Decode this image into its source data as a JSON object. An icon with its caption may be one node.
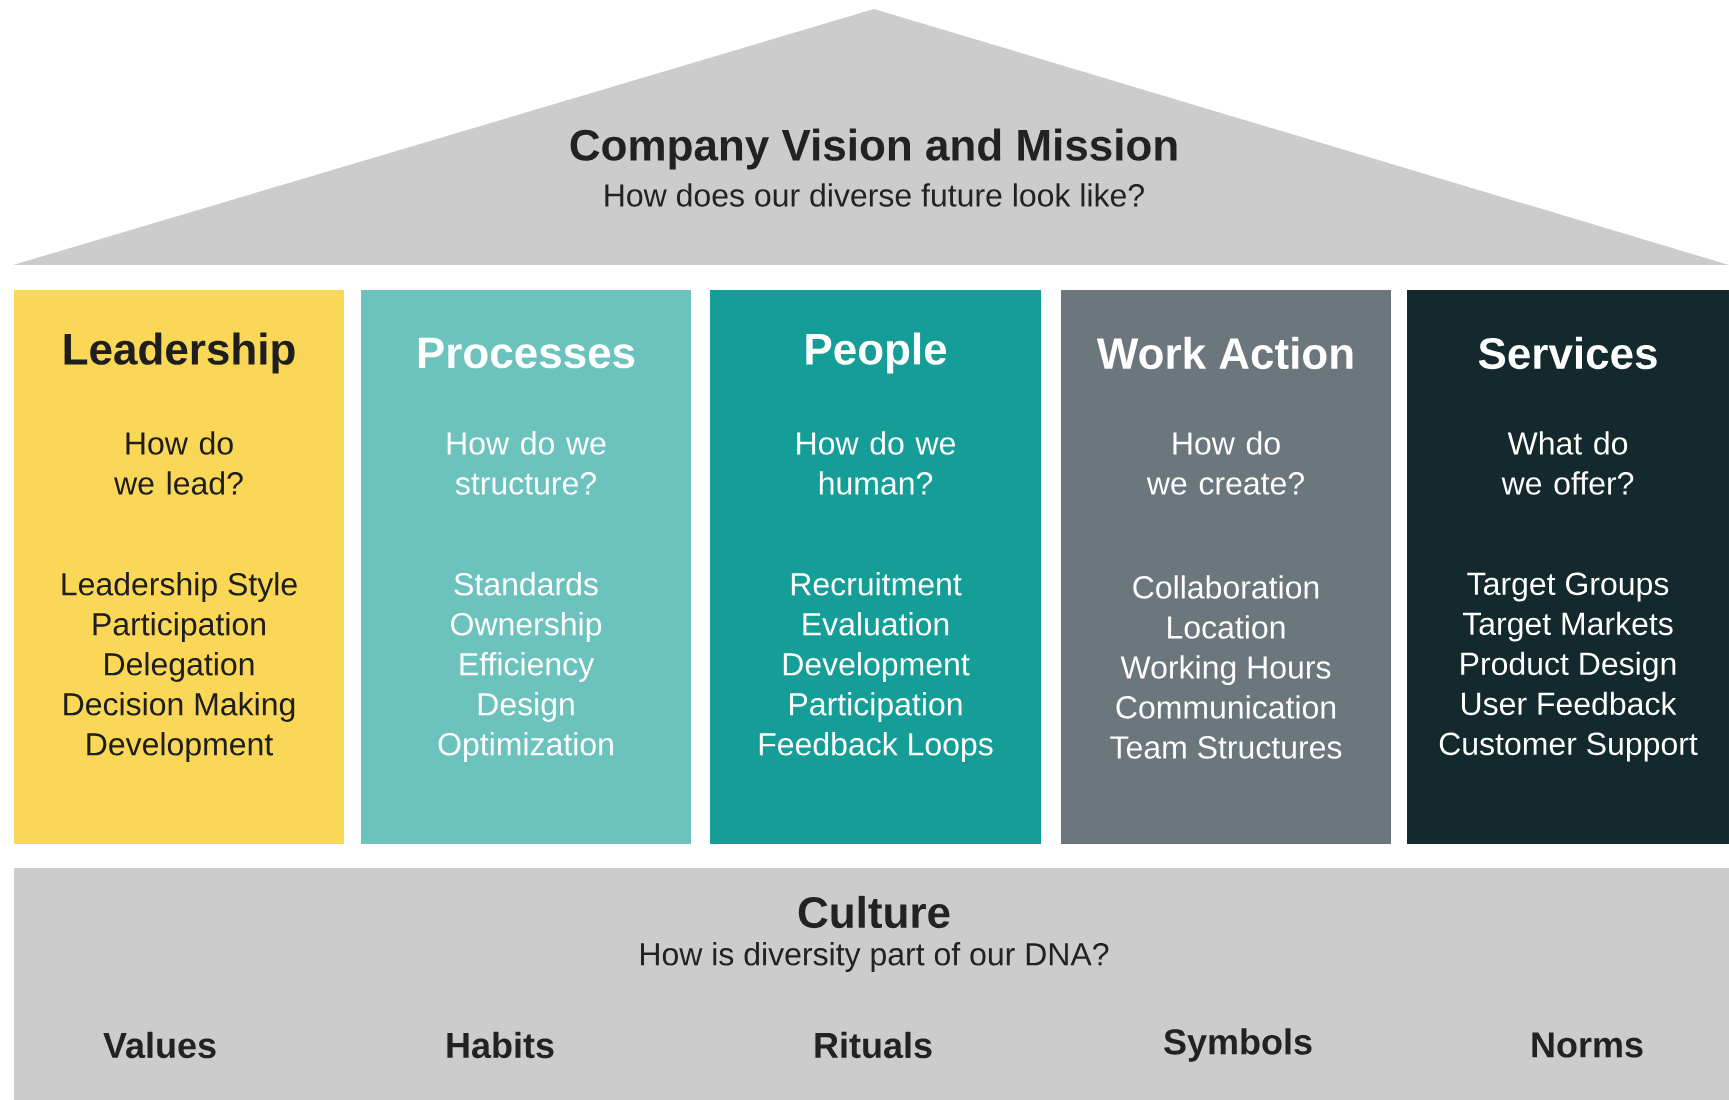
{
  "diagram": {
    "nodes": [
      {
        "text": [
          "Company Vision and Mission",
          "How does our diverse future look like?"
        ]
      },
      {
        "text": [
          "Leadership",
          "How do we lead?",
          "Leadership Style",
          "Participation",
          "Delegation",
          "Decision Making",
          "Development"
        ]
      },
      {
        "text": [
          "Processes",
          "How do we structure?",
          "Standards",
          "Ownership",
          "Efficiency",
          "Design",
          "Optimization"
        ]
      },
      {
        "text": [
          "People",
          "How do we human?",
          "Recruitment",
          "Evaluation",
          "Development",
          "Participation",
          "Feedback Loops"
        ]
      },
      {
        "text": [
          "Work Action",
          "How do we create?",
          "Collaboration",
          "Location",
          "Working Hours",
          "Communication",
          "Team Structures"
        ]
      },
      {
        "text": [
          "Services",
          "What do we offer?",
          "Target Groups",
          "Target Markets",
          "Product Design",
          "User Feedback",
          "Customer Support"
        ]
      },
      {
        "text": [
          "Culture",
          "How is diversity part of our DNA?"
        ]
      }
    ],
    "labels": [
      "Values",
      "Habits",
      "Rituals",
      "Symbols",
      "Norms"
    ]
  }
}
